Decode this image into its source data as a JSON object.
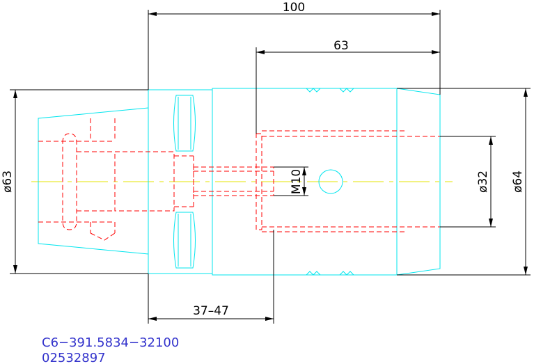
{
  "dimensions": {
    "overall_length": "100",
    "length_63": "63",
    "shank_diameter": "ø63",
    "body_diameter": "ø64",
    "bore_diameter": "ø32",
    "thread": "M10",
    "range": "37–47"
  },
  "part": {
    "code": "C6−391.5834−32100",
    "number": "02532897"
  },
  "colors": {
    "outline": "#00e5ee",
    "hidden": "#ff0000",
    "centerline": "#e6e600",
    "dimension": "#000000",
    "part_text": "#3333cc"
  }
}
